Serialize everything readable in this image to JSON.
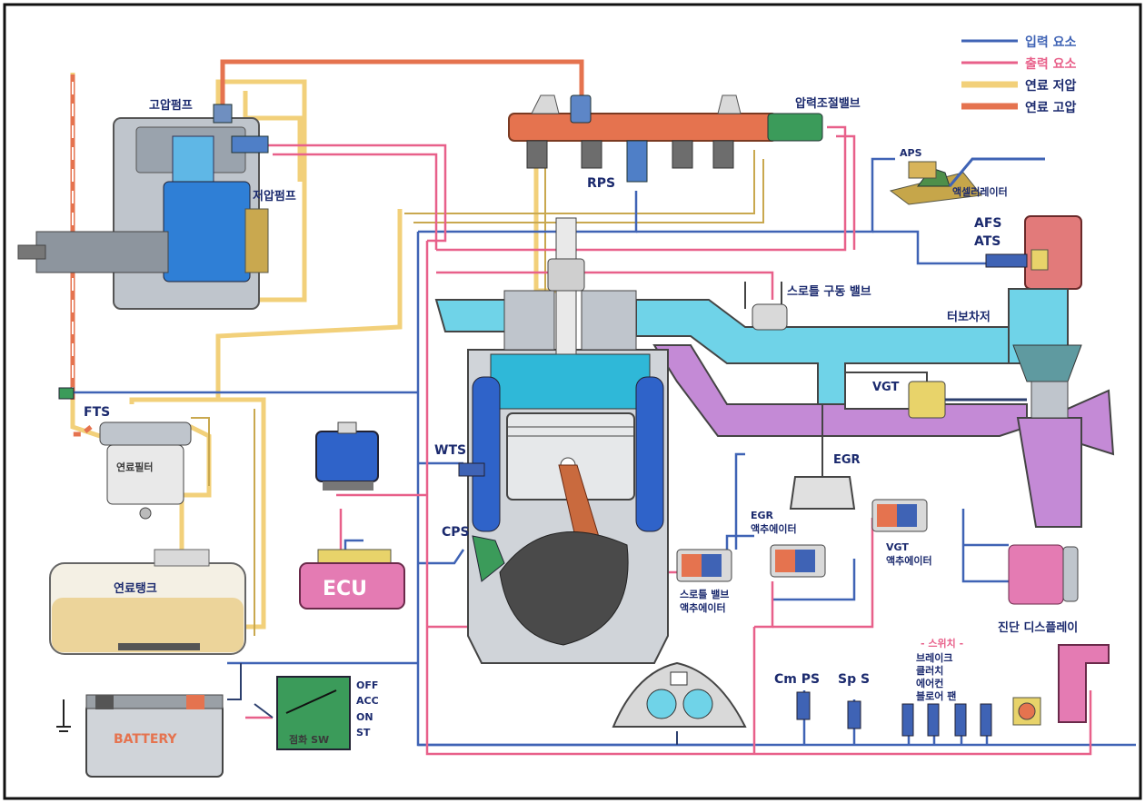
{
  "colors": {
    "input": "#3f63b5",
    "output": "#e8608a",
    "fuel_low": "#f2d07a",
    "fuel_high": "#e5734f",
    "coolant_air": "#6fd3e8",
    "exhaust": "#c48ad6",
    "border": "#111111"
  },
  "legend": [
    {
      "label": "입력 요소",
      "color": "#3f63b5"
    },
    {
      "label": "출력 요소",
      "color": "#e8608a"
    },
    {
      "label": "연료 저압",
      "color": "#f2d07a"
    },
    {
      "label": "연료 고압",
      "color": "#e5734f"
    }
  ],
  "labels": {
    "high_pressure_pump": "고압펌프",
    "low_pressure_pump": "저압펌프",
    "pressure_valve": "압력조절밸브",
    "rps": "RPS",
    "aps": "APS",
    "accelerator": "액셀러레이터",
    "afs": "AFS",
    "ats": "ATS",
    "throttle_valve": "스로틀 구동 밸브",
    "turbocharger": "터보차저",
    "vgt": "VGT",
    "egr": "EGR",
    "fts": "FTS",
    "fuel_filter": "연료필터",
    "fuel_tank": "연료탱크",
    "wts": "WTS",
    "cps": "CPS",
    "ecu": "ECU",
    "egr_actuator_1": "EGR",
    "egr_actuator_2": "액추에이터",
    "throttle_actuator_1": "스로틀 밸브",
    "throttle_actuator_2": "액추에이터",
    "vgt_actuator_1": "VGT",
    "vgt_actuator_2": "액추에이터",
    "battery": "BATTERY",
    "ignition_sw": "점화 SW",
    "sw_off": "OFF",
    "sw_acc": "ACC",
    "sw_on": "ON",
    "sw_st": "ST",
    "cm_ps": "Cm PS",
    "sp_s": "Sp S",
    "switch_header": "- 스위치 -",
    "switch_1": "브레이크",
    "switch_2": "클러치",
    "switch_3": "에어컨",
    "switch_4": "블로어 팬",
    "diag_display": "진단 디스플레이"
  }
}
